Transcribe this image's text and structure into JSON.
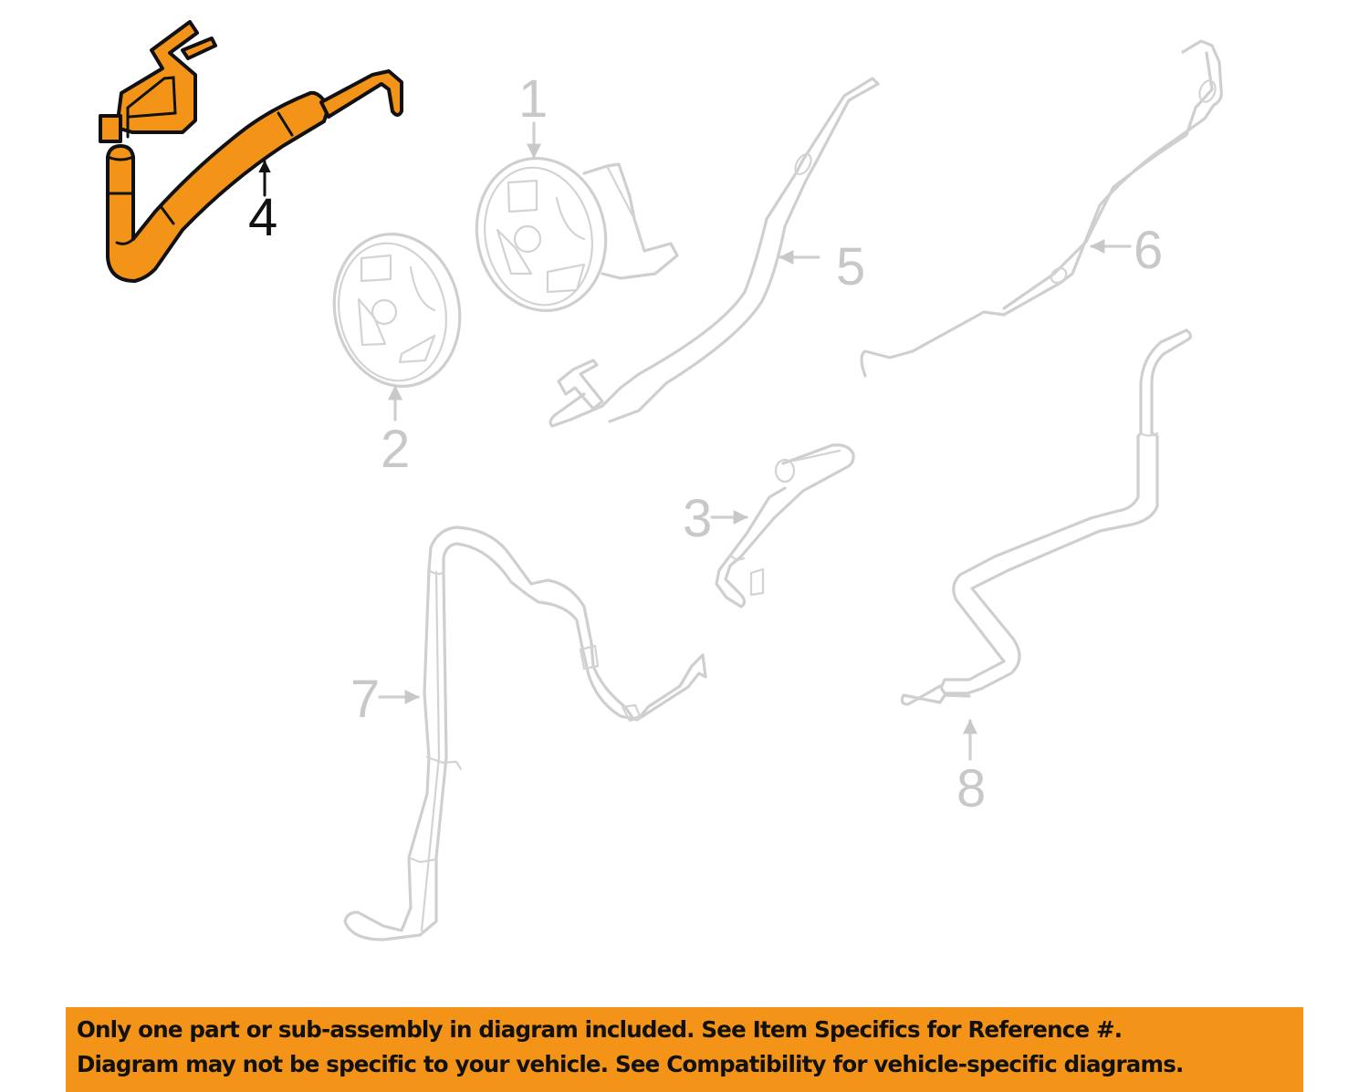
{
  "diagram": {
    "title": "Power steering pump & hoses exploded parts diagram",
    "highlight_color": "#f39419",
    "dim_color": "#c8c8c8",
    "highlighted_part": "4",
    "callouts": [
      {
        "id": "1",
        "label": "1",
        "part": "power-steering-pump",
        "highlighted": false
      },
      {
        "id": "2",
        "label": "2",
        "part": "pulley",
        "highlighted": false
      },
      {
        "id": "3",
        "label": "3",
        "part": "return-hose-short",
        "highlighted": false
      },
      {
        "id": "4",
        "label": "4",
        "part": "pressure-hose",
        "highlighted": true
      },
      {
        "id": "5",
        "label": "5",
        "part": "pressure-line",
        "highlighted": false
      },
      {
        "id": "6",
        "label": "6",
        "part": "return-line",
        "highlighted": false
      },
      {
        "id": "7",
        "label": "7",
        "part": "hose-assembly",
        "highlighted": false
      },
      {
        "id": "8",
        "label": "8",
        "part": "cooler-line",
        "highlighted": false
      }
    ]
  },
  "banner": {
    "background": "#f39419",
    "line1": "Only one part or sub-assembly in diagram included. See Item Specifics for Reference #.",
    "line2": "Diagram may not be specific to your vehicle. See Compatibility for vehicle-specific diagrams."
  }
}
